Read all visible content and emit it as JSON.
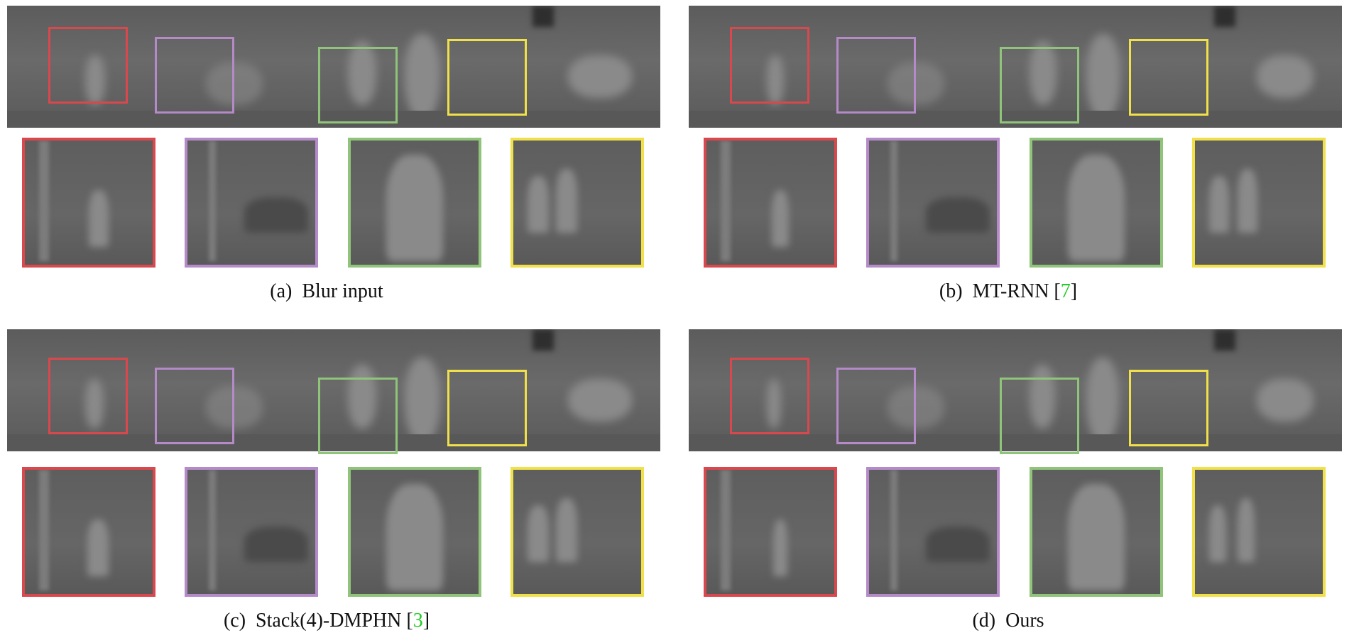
{
  "panels": [
    {
      "prefix": "(a)  Blur input",
      "cite": "",
      "suffix": ""
    },
    {
      "prefix": "(b)  MT-RNN [",
      "cite": "7",
      "suffix": "]"
    },
    {
      "prefix": "(c)  Stack(4)-DMPHN [",
      "cite": "3",
      "suffix": "]"
    },
    {
      "prefix": "(d)  Ours",
      "cite": "",
      "suffix": ""
    }
  ],
  "colors": {
    "red": "#d9484d",
    "purple": "#b58ac9",
    "green": "#8fc47a",
    "yellow": "#f0e04a",
    "citation": "#22cc22"
  }
}
